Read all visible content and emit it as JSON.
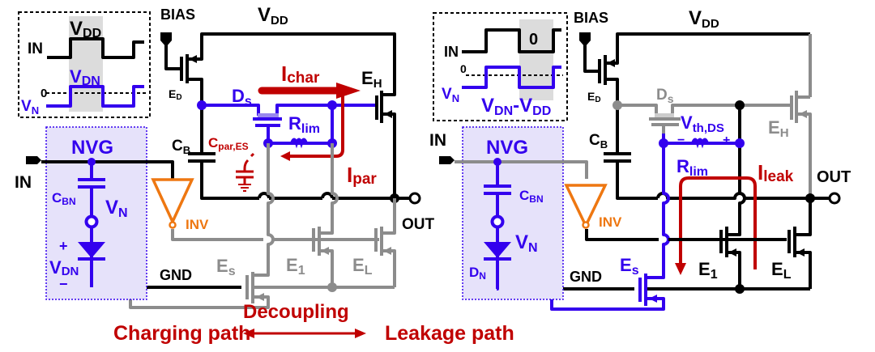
{
  "colors": {
    "black": "#000000",
    "blue": "#3300ee",
    "red": "#c00000",
    "gray": "#8c8c8c",
    "orange": "#ee7711",
    "nvg_fill": "#e6e2fa",
    "waveform_highlight": "#dcdcdc"
  },
  "left_circuit": {
    "title_caption": "Charging path",
    "waveform_inset": {
      "in_label": "IN",
      "in_level": {
        "main": "V",
        "sub": "DD"
      },
      "vn_label": {
        "main": "V",
        "sub": "N"
      },
      "vn_level": {
        "main": "V",
        "sub": "DN"
      },
      "zero_label": "0"
    },
    "bias_label": "BIAS",
    "vdd_label": {
      "main": "V",
      "sub": "DD"
    },
    "ed_label": {
      "main": "E",
      "sub": "D"
    },
    "ds_label": {
      "main": "D",
      "sub": "s"
    },
    "eh_label": {
      "main": "E",
      "sub": "H"
    },
    "cb_label": {
      "main": "C",
      "sub": "B"
    },
    "cpar_label": {
      "main": "C",
      "sub": "par,ES"
    },
    "rlim_label": {
      "main": "R",
      "sub": "lim"
    },
    "ichar_label": {
      "main": "I",
      "sub": "char"
    },
    "ipar_label": {
      "main": "I",
      "sub": "par"
    },
    "nvg_label": "NVG",
    "in_label": "IN",
    "cbn_label": {
      "main": "C",
      "sub": "BN"
    },
    "vn_label": {
      "main": "V",
      "sub": "N"
    },
    "vdn_label": {
      "main": "V",
      "sub": "DN"
    },
    "plus": "+",
    "minus": "−",
    "inv_label": "INV",
    "gnd_label": "GND",
    "es_label": {
      "main": "E",
      "sub": "s"
    },
    "e1_label": {
      "main": "E",
      "sub": "1"
    },
    "el_label": {
      "main": "E",
      "sub": "L"
    },
    "out_label": "OUT"
  },
  "right_circuit": {
    "title_caption": "Leakage path",
    "waveform_inset": {
      "in_label": "IN",
      "in_level": "0",
      "vn_label": {
        "main": "V",
        "sub": "N"
      },
      "vn_level": {
        "main1": "V",
        "sub1": "DN",
        "dash": "-",
        "main2": "V",
        "sub2": "DD"
      },
      "zero_label": "0"
    },
    "bias_label": "BIAS",
    "vdd_label": {
      "main": "V",
      "sub": "DD"
    },
    "ed_label": {
      "main": "E",
      "sub": "D"
    },
    "ds_label": {
      "main": "D",
      "sub": "s"
    },
    "eh_label": {
      "main": "E",
      "sub": "H"
    },
    "cb_label": {
      "main": "C",
      "sub": "B"
    },
    "vth_label": {
      "main": "V",
      "sub": "th,DS"
    },
    "rlim_label": {
      "main": "R",
      "sub": "lim"
    },
    "ileak_label": {
      "main": "I",
      "sub": "leak"
    },
    "nvg_label": "NVG",
    "in_label": "IN",
    "cbn_label": {
      "main": "C",
      "sub": "BN"
    },
    "vn_label": {
      "main": "V",
      "sub": "N"
    },
    "dn_label": {
      "main": "D",
      "sub": "N"
    },
    "plus": "+",
    "minus": "−",
    "inv_label": "INV",
    "gnd_label": "GND",
    "es_label": {
      "main": "E",
      "sub": "s"
    },
    "e1_label": {
      "main": "E",
      "sub": "1"
    },
    "el_label": {
      "main": "E",
      "sub": "L"
    },
    "out_label": "OUT"
  },
  "bottom": {
    "decoupling_label": "Decoupling",
    "charging_label": "Charging path",
    "leakage_label": "Leakage path"
  }
}
